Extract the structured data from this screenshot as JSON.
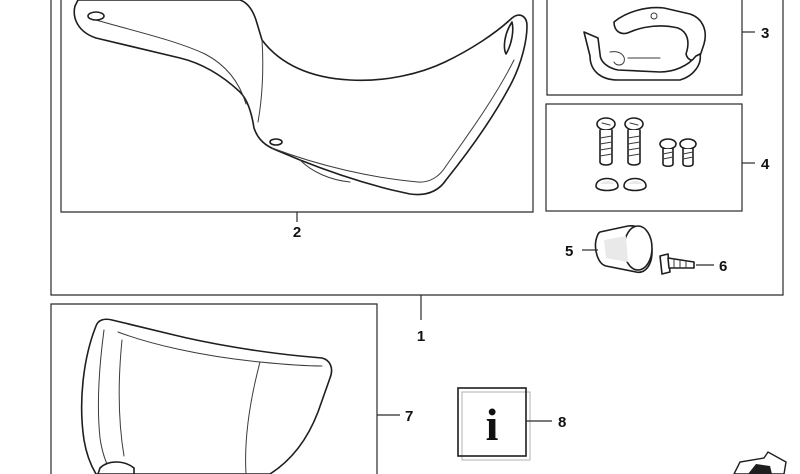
{
  "callouts": {
    "c1": "1",
    "c2": "2",
    "c3": "3",
    "c4": "4",
    "c5": "5",
    "c6": "6",
    "c7": "7",
    "c8": "8"
  },
  "info_symbol": "i",
  "colors": {
    "line": "#1e1e1e",
    "background": "#ffffff",
    "shade": "#e9e9e9"
  }
}
